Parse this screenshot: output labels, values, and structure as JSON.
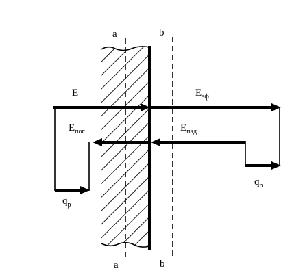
{
  "lines": {
    "a": "a",
    "b": "b"
  },
  "labels": {
    "E": "E",
    "E_ef": {
      "main": "E",
      "sub": "эф"
    },
    "E_pog": {
      "main": "E",
      "sub": "пог"
    },
    "E_pad": {
      "main": "E",
      "sub": "пад"
    },
    "q_left": {
      "main": "q",
      "sub": "р"
    },
    "q_right": {
      "main": "q",
      "sub": "р"
    }
  },
  "colors": {
    "ink": "#000000",
    "background": "#ffffff"
  }
}
